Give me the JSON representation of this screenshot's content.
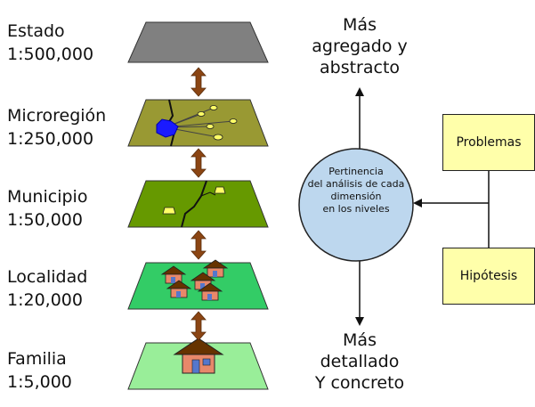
{
  "levels": [
    {
      "name": "Estado",
      "scale": "1:500,000"
    },
    {
      "name": "Microregión",
      "scale": "1:250,000"
    },
    {
      "name": "Municipio",
      "scale": "1:50,000"
    },
    {
      "name": "Localidad",
      "scale": "1:20,000"
    },
    {
      "name": "Familia",
      "scale": "1:5,000"
    }
  ],
  "top_text": [
    "Más",
    "agregado y",
    "abstracto"
  ],
  "bottom_text": [
    "Más",
    "detallado",
    "Y concreto"
  ],
  "circle_text": [
    "Pertinencia",
    "del análisis de cada",
    "dimensión",
    "en los niveles"
  ],
  "boxes": {
    "problemas": "Problemas",
    "hipotesis": "Hipótesis"
  },
  "colors": {
    "estado_layer": "#808080",
    "microregion_layer": "#999933",
    "municipio_layer": "#669900",
    "localidad_layer": "#33cc66",
    "familia_layer": "#99ee99",
    "connector_arrows": "#8b4513",
    "circle_fill": "#bdd7ee",
    "box_fill": "#ffffaa"
  }
}
